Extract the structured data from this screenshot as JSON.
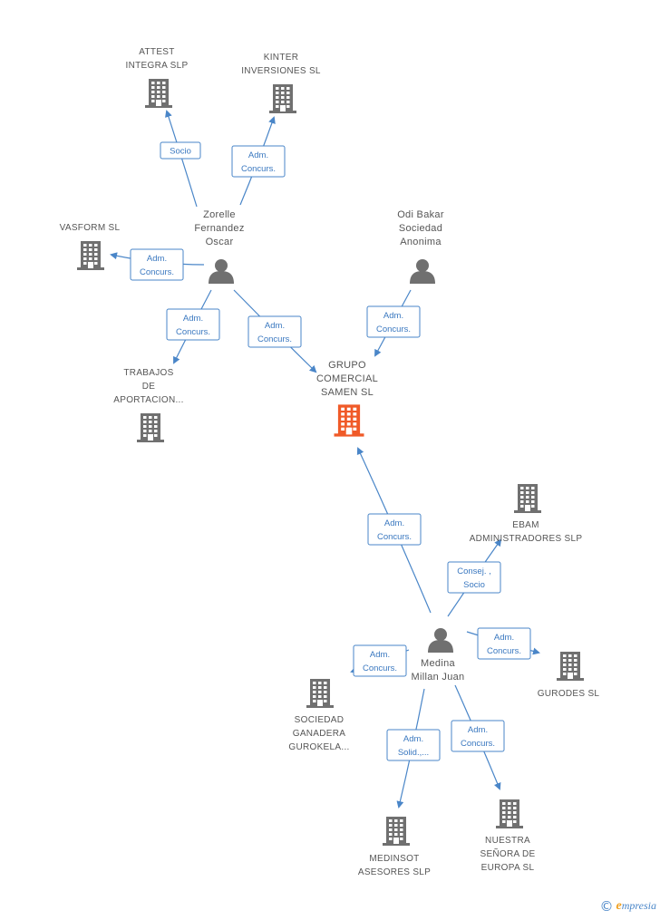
{
  "colors": {
    "edge": "#4a86c8",
    "node": "#707070",
    "center": "#f05a28",
    "label": "#555555"
  },
  "nodes": [
    {
      "id": "attest",
      "type": "company",
      "lines": [
        "ATTEST",
        "INTEGRA SLP"
      ]
    },
    {
      "id": "kinter",
      "type": "company",
      "lines": [
        "KINTER",
        "INVERSIONES SL"
      ]
    },
    {
      "id": "vasform",
      "type": "company",
      "lines": [
        "VASFORM SL"
      ]
    },
    {
      "id": "zorelle",
      "type": "person",
      "lines": [
        "Zorelle",
        "Fernandez",
        "Oscar"
      ]
    },
    {
      "id": "odi",
      "type": "person",
      "lines": [
        "Odi Bakar",
        "Sociedad",
        "Anonima"
      ]
    },
    {
      "id": "trabajos",
      "type": "company",
      "lines": [
        "TRABAJOS",
        "DE",
        "APORTACION..."
      ]
    },
    {
      "id": "grupo",
      "type": "center",
      "lines": [
        "GRUPO",
        "COMERCIAL",
        "SAMEN SL"
      ]
    },
    {
      "id": "ebam",
      "type": "company",
      "lines": [
        "EBAM",
        "ADMINISTRADORES SLP"
      ]
    },
    {
      "id": "medina",
      "type": "person",
      "lines": [
        "Medina",
        "Millan Juan"
      ]
    },
    {
      "id": "gurodes",
      "type": "company",
      "lines": [
        "GURODES SL"
      ]
    },
    {
      "id": "sociedad",
      "type": "company",
      "lines": [
        "SOCIEDAD",
        "GANADERA",
        "GUROKELA..."
      ]
    },
    {
      "id": "medinsot",
      "type": "company",
      "lines": [
        "MEDINSOT",
        "ASESORES SLP"
      ]
    },
    {
      "id": "nuestra",
      "type": "company",
      "lines": [
        "NUESTRA",
        "SEÑORA DE",
        "EUROPA SL"
      ]
    }
  ],
  "edges": [
    {
      "from": "zorelle",
      "to": "attest",
      "label": [
        "Socio"
      ]
    },
    {
      "from": "zorelle",
      "to": "kinter",
      "label": [
        "Adm.",
        "Concurs."
      ]
    },
    {
      "from": "zorelle",
      "to": "vasform",
      "label": [
        "Adm.",
        "Concurs."
      ]
    },
    {
      "from": "zorelle",
      "to": "trabajos",
      "label": [
        "Adm.",
        "Concurs."
      ]
    },
    {
      "from": "zorelle",
      "to": "grupo",
      "label": [
        "Adm.",
        "Concurs."
      ]
    },
    {
      "from": "odi",
      "to": "grupo",
      "label": [
        "Adm.",
        "Concurs."
      ]
    },
    {
      "from": "medina",
      "to": "grupo",
      "label": [
        "Adm.",
        "Concurs."
      ]
    },
    {
      "from": "medina",
      "to": "ebam",
      "label": [
        "Consej. ,",
        "Socio"
      ]
    },
    {
      "from": "medina",
      "to": "gurodes",
      "label": [
        "Adm.",
        "Concurs."
      ]
    },
    {
      "from": "medina",
      "to": "sociedad",
      "label": [
        "Adm.",
        "Concurs."
      ]
    },
    {
      "from": "medina",
      "to": "medinsot",
      "label": [
        "Adm.",
        "Solid.,..."
      ]
    },
    {
      "from": "medina",
      "to": "nuestra",
      "label": [
        "Adm.",
        "Concurs."
      ]
    }
  ],
  "footer": {
    "copyright": "©",
    "brand_initial": "e",
    "brand_rest": "mpresia"
  }
}
